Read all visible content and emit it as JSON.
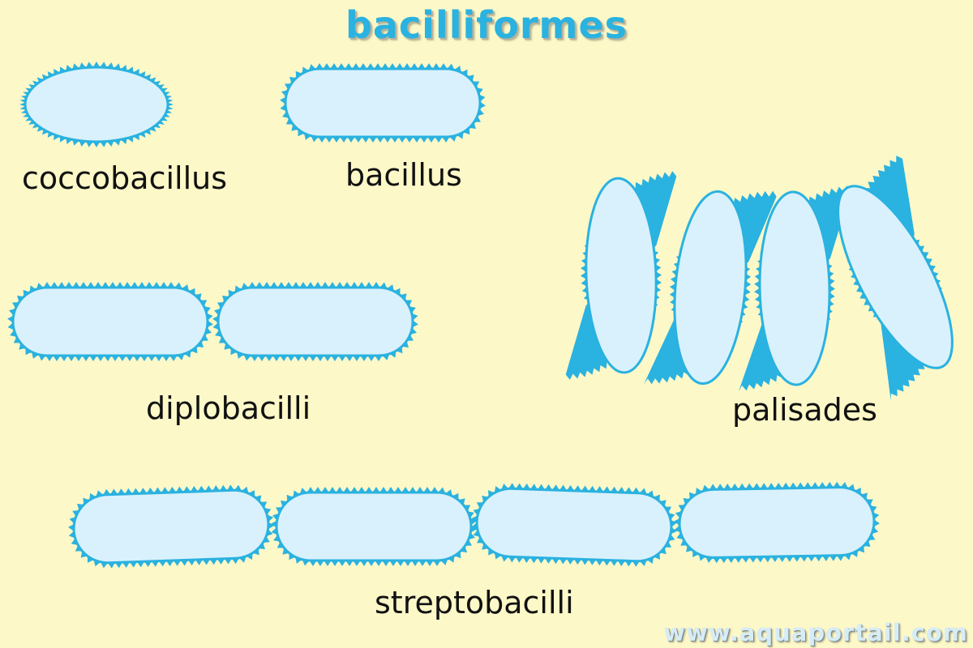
{
  "title": "bacilliformes",
  "watermark": "www.aquaportail.com",
  "colors": {
    "background": "#fdf8c8",
    "cell_fill": "#d9f1fc",
    "cell_outline": "#2ab2e0",
    "title": "#2ab2e0",
    "label_text": "#111111"
  },
  "groups": [
    {
      "id": "coccobacillus",
      "label": "coccobacillus",
      "cell_shape": "ellipse",
      "cell_count": 1,
      "arrangement": "single"
    },
    {
      "id": "bacillus",
      "label": "bacillus",
      "cell_shape": "rod",
      "cell_count": 1,
      "arrangement": "single"
    },
    {
      "id": "diplobacilli",
      "label": "diplobacilli",
      "cell_shape": "rod",
      "cell_count": 2,
      "arrangement": "pair end-to-end"
    },
    {
      "id": "palisades",
      "label": "palisades",
      "cell_shape": "rod",
      "cell_count": 4,
      "arrangement": "side-by-side"
    },
    {
      "id": "streptobacilli",
      "label": "streptobacilli",
      "cell_shape": "rod",
      "cell_count": 4,
      "arrangement": "chain"
    }
  ]
}
